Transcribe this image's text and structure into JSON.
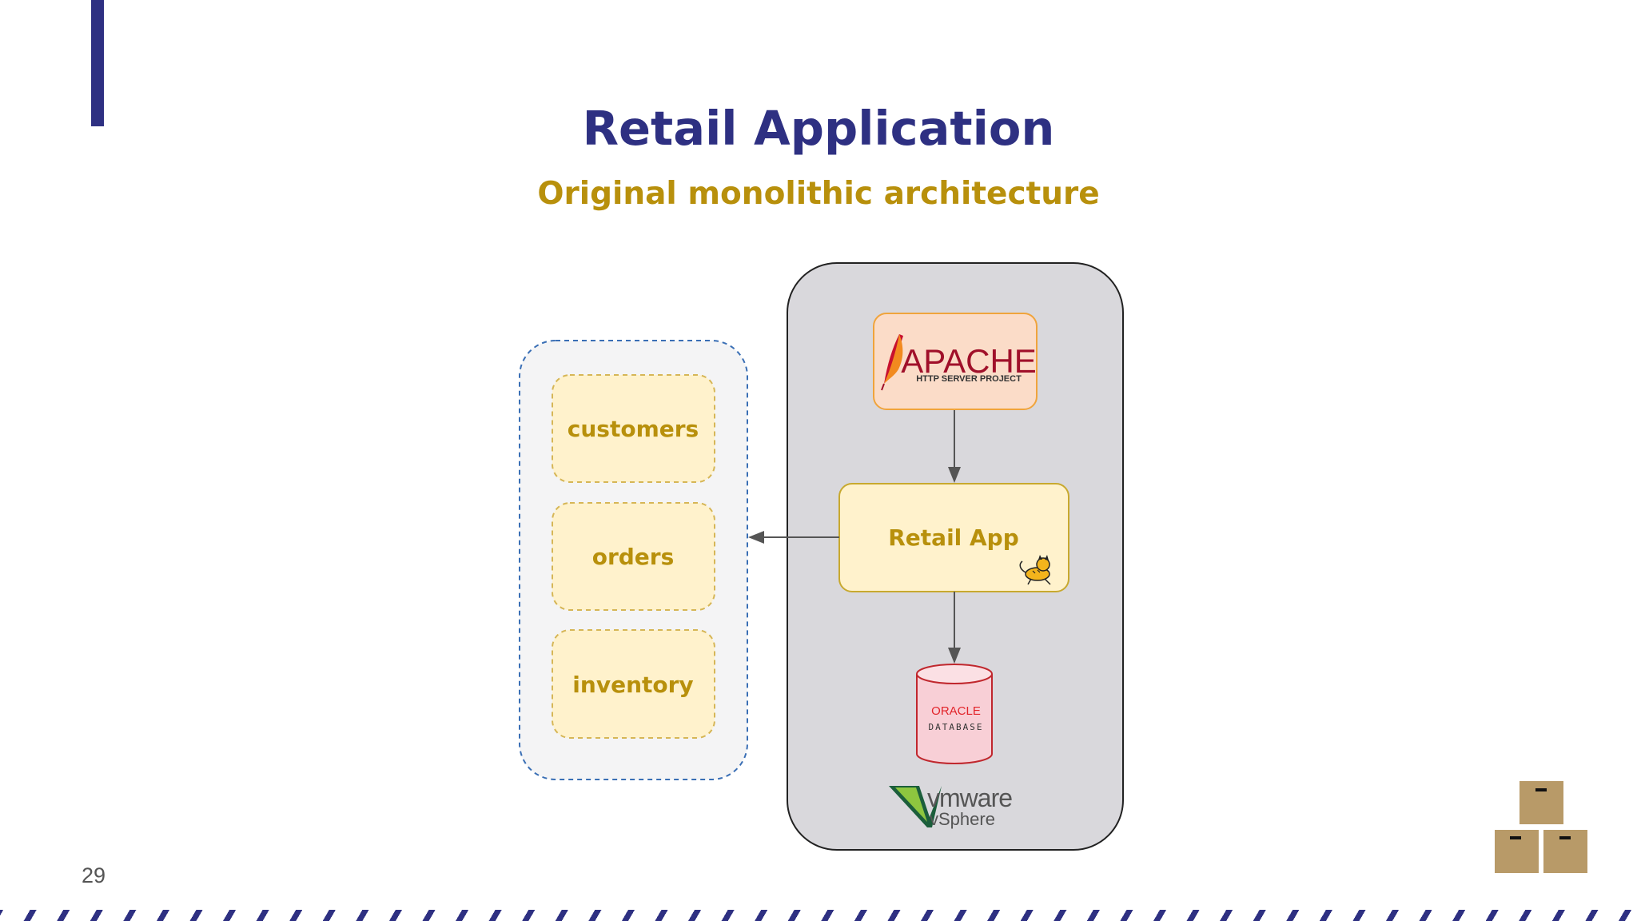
{
  "slide": {
    "title": "Retail Application",
    "subtitle": "Original monolithic architecture",
    "page_number": "29"
  },
  "modules": [
    "customers",
    "orders",
    "inventory"
  ],
  "components": {
    "web_server": {
      "logo_text": "APACHE",
      "logo_subtext": "HTTP SERVER PROJECT"
    },
    "app": {
      "label": "Retail App",
      "badge_icon": "tomcat-icon"
    },
    "database": {
      "logo_text": "ORACLE",
      "logo_subtext": "DATABASE"
    },
    "platform": {
      "logo_text_1": "vmware",
      "logo_text_2": "vSphere"
    }
  },
  "colors": {
    "title": "#2e3082",
    "subtitle": "#b8900c",
    "module_fill": "#fff2cc",
    "module_stroke": "#d6b656",
    "host_fill": "#d9d8dc",
    "apache_fill": "#fbdcc8",
    "db_fill": "#f8cfd6",
    "db_stroke": "#c0272d"
  }
}
